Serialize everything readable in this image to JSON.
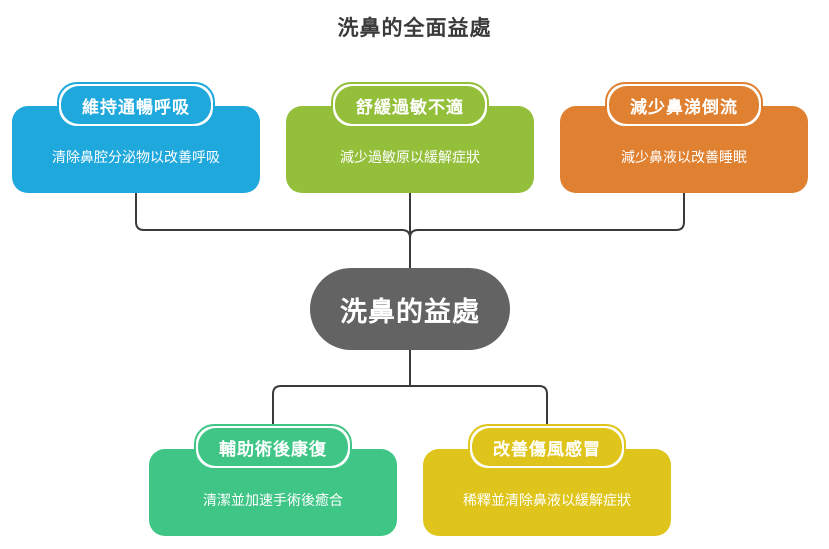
{
  "title": "洗鼻的全面益處",
  "center": {
    "label": "洗鼻的益處",
    "color": "#636363"
  },
  "connector_color": "#3a3a3a",
  "benefits": [
    {
      "heading": "維持通暢呼吸",
      "description": "清除鼻腔分泌物以改善呼吸",
      "color": "#1fa8dc"
    },
    {
      "heading": "舒緩過敏不適",
      "description": "減少過敏原以緩解症狀",
      "color": "#93bf3b"
    },
    {
      "heading": "減少鼻涕倒流",
      "description": "減少鼻液以改善睡眠",
      "color": "#df8131"
    },
    {
      "heading": "輔助術後康復",
      "description": "清潔並加速手術後癒合",
      "color": "#3fc686"
    },
    {
      "heading": "改善傷風感冒",
      "description": "稀釋並清除鼻液以緩解症狀",
      "color": "#dfc51b"
    }
  ]
}
